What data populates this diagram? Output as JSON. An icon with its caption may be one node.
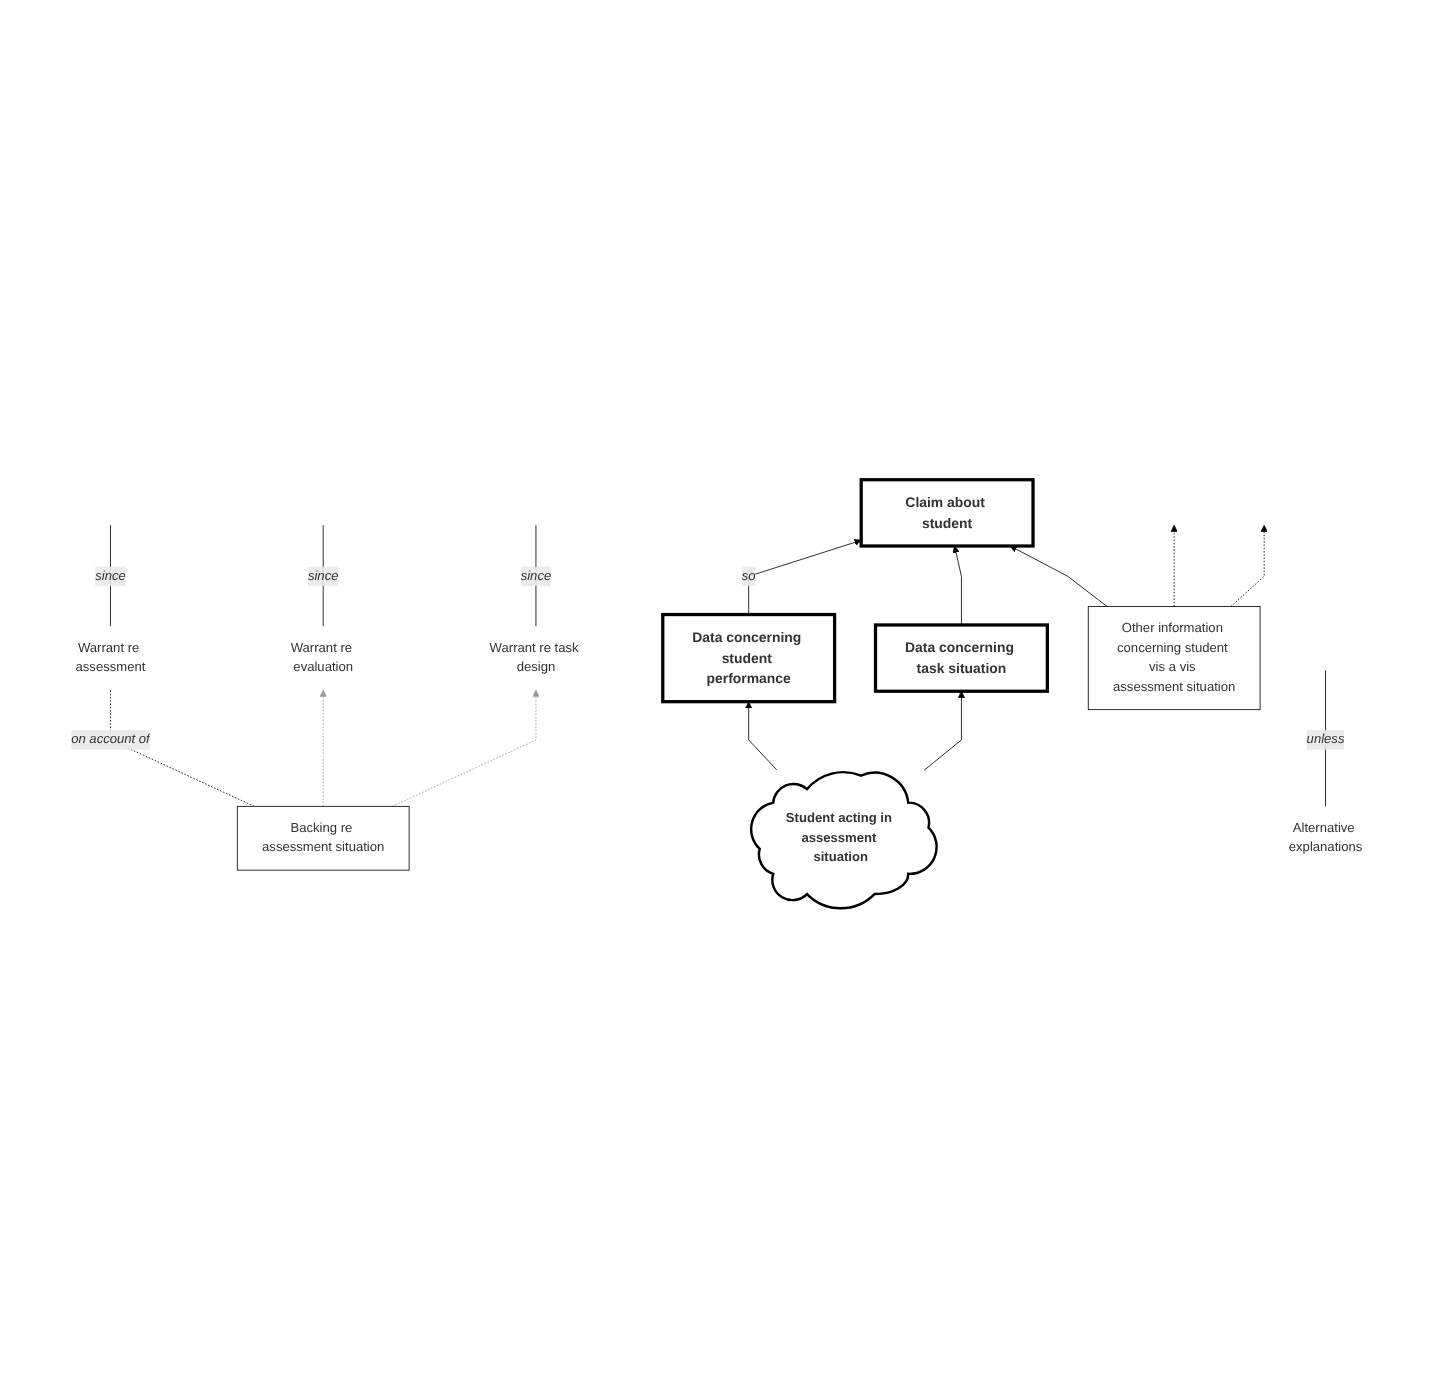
{
  "diagram": {
    "nodes": [
      {
        "text": [
          "Claim about student"
        ]
      },
      {
        "text": [
          "Backing re assessment situation"
        ]
      },
      {
        "text": [
          "Alternative explanations"
        ]
      },
      {
        "text": [
          "Warrant re assessment"
        ]
      },
      {
        "text": [
          "Data concerning student performance"
        ]
      },
      {
        "text": [
          "Data concerning task situation"
        ]
      },
      {
        "text": [
          "Warrant re evaluation"
        ]
      },
      {
        "text": [
          "Warrant re task design"
        ]
      },
      {
        "text": [
          "Other information concerning student vis a vis assessment situation"
        ]
      },
      {
        "text": [
          "Student acting in assessment situation"
        ]
      }
    ],
    "edges": [
      {
        "from": 4,
        "to": 0,
        "arrow": "to",
        "label": "so"
      },
      {
        "from": 5,
        "to": 0,
        "arrow": "to"
      },
      {
        "from": 8,
        "to": 0,
        "arrow": "to"
      },
      {
        "from": 2,
        "to": null,
        "arrow": "none",
        "label": "unless"
      },
      {
        "from": 3,
        "to": null,
        "arrow": "none",
        "label": "since"
      },
      {
        "from": 1,
        "to": 3,
        "arrow": "none",
        "label": "on account of",
        "style": "dashed"
      },
      {
        "from": 9,
        "to": 4,
        "arrow": "to"
      },
      {
        "from": 9,
        "to": 5,
        "arrow": "to"
      },
      {
        "from": 6,
        "to": null,
        "arrow": "none",
        "label": "since"
      },
      {
        "from": 7,
        "to": null,
        "arrow": "none",
        "label": "since"
      },
      {
        "from": 1,
        "to": 6,
        "arrow": "to",
        "style": "dashed",
        "color": "#999999"
      },
      {
        "from": 1,
        "to": 7,
        "arrow": "to",
        "style": "dashed",
        "color": "#999999"
      },
      {
        "from": 8,
        "to": null,
        "arrow": "to",
        "style": "dashed"
      },
      {
        "from": 8,
        "to": null,
        "arrow": "to",
        "style": "dashed"
      }
    ]
  }
}
